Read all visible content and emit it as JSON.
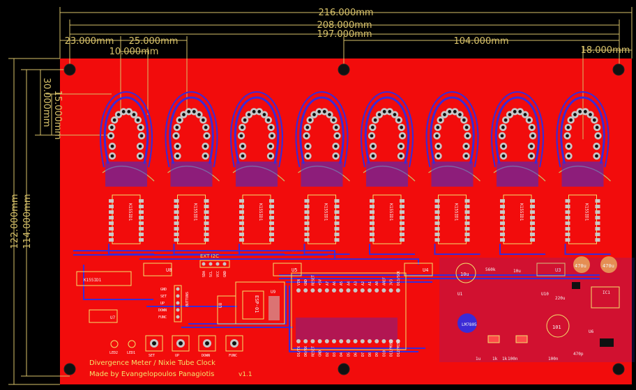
{
  "board": {
    "colors": {
      "background": "#000000",
      "copper_top": "#f20c0c",
      "trace_bottom": "#3b2bd6",
      "silkscreen": "#f2e36b",
      "dimension": "#d8c26a",
      "pad": "#c8c8c8"
    },
    "title_line": "Divergence Meter / Nixie Tube Clock",
    "author_line": "Made by Evangelopoulos Panagiotis",
    "version": "v1.1"
  },
  "dimensions": {
    "overall_width": "216.000mm",
    "inner_width": "208.000mm",
    "hole_span": "197.000mm",
    "hole_to_mid": "104.000mm",
    "tube_offset": "23.000mm",
    "tube_pitch": "25.000mm",
    "pad_span": "10.000mm",
    "right_margin": "18.000mm",
    "overall_height": "122.000mm",
    "inner_height": "114.000mm",
    "tube_top": "30.000mm",
    "tube_depth": "15.000mm"
  },
  "drivers": {
    "chip_label": "K155ID1",
    "count": 8
  },
  "shift_registers": [
    {
      "ref": "U8"
    },
    {
      "ref": "U5"
    },
    {
      "ref": "U4"
    },
    {
      "ref": "U3"
    }
  ],
  "left_parts": {
    "optocoupler": "K155ID1",
    "u7": "U7",
    "led_labels": [
      "LED2",
      "LED1"
    ]
  },
  "headers": {
    "ext_i2c": "EXT I2C",
    "i2c_pins": [
      "SDA",
      "SCL",
      "VCC",
      "GND"
    ],
    "buttons_title": "BUTTONS",
    "button_pins": [
      "GND",
      "SET",
      "UP",
      "DOWN",
      "FUNC"
    ],
    "button_caps": [
      "SET",
      "UP",
      "DOWN",
      "FUNC"
    ],
    "u8_label": "U8"
  },
  "esp_module": {
    "label": "ESP-01",
    "ref": "U9",
    "header": "ESP"
  },
  "arduino": {
    "top_pins": [
      "VIN",
      "GND",
      "RESET",
      "+5V",
      "A7",
      "A6",
      "A5",
      "A4",
      "A3",
      "A2",
      "A1",
      "A0",
      "AREF",
      "3V3",
      "D13/SCK"
    ],
    "bottom_pins": [
      "D1/TX",
      "D0/RX",
      "RESET",
      "GND",
      "D2",
      "D3",
      "D4",
      "D5",
      "D6",
      "D7",
      "D8",
      "D9",
      "D10",
      "D11/MOSI",
      "D12/MISO"
    ]
  },
  "power": {
    "caps": [
      "10u",
      "470u",
      "470u",
      "220u",
      "560k",
      "10u",
      "1u",
      "100n",
      "100n",
      "470p",
      "1k",
      "1k",
      "101"
    ],
    "regulators": [
      "U1",
      "U10",
      "IC1",
      "LM7805",
      "U6"
    ]
  }
}
